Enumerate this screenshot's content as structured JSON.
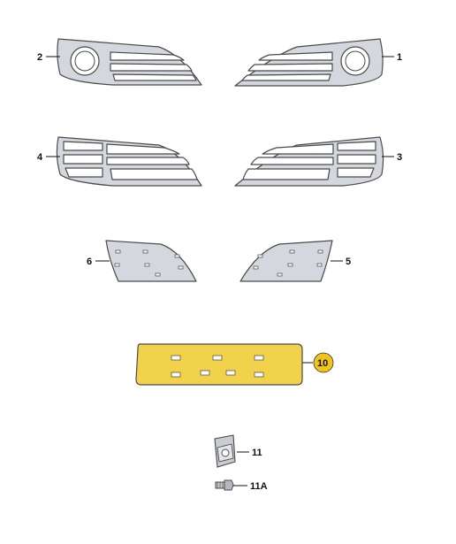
{
  "diagram": {
    "parts": [
      {
        "id": "1",
        "label": "1"
      },
      {
        "id": "2",
        "label": "2"
      },
      {
        "id": "3",
        "label": "3"
      },
      {
        "id": "4",
        "label": "4"
      },
      {
        "id": "5",
        "label": "5"
      },
      {
        "id": "6",
        "label": "6"
      },
      {
        "id": "10",
        "label": "10"
      },
      {
        "id": "11",
        "label": "11"
      },
      {
        "id": "11A",
        "label": "11A"
      }
    ],
    "colors": {
      "panel_fill": "#d4d8de",
      "outline": "#4a4a4a",
      "highlight_fill": "#f2d24a",
      "highlight_badge": "#f0c419"
    }
  }
}
